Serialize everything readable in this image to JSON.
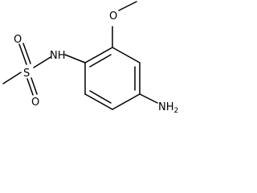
{
  "molecule": {
    "atoms": {
      "nh": "NH",
      "s": "S",
      "o_top": "O",
      "o_bottom": "O",
      "o_methoxy": "O",
      "nh2_n": "NH",
      "nh2_sub": "2"
    }
  }
}
